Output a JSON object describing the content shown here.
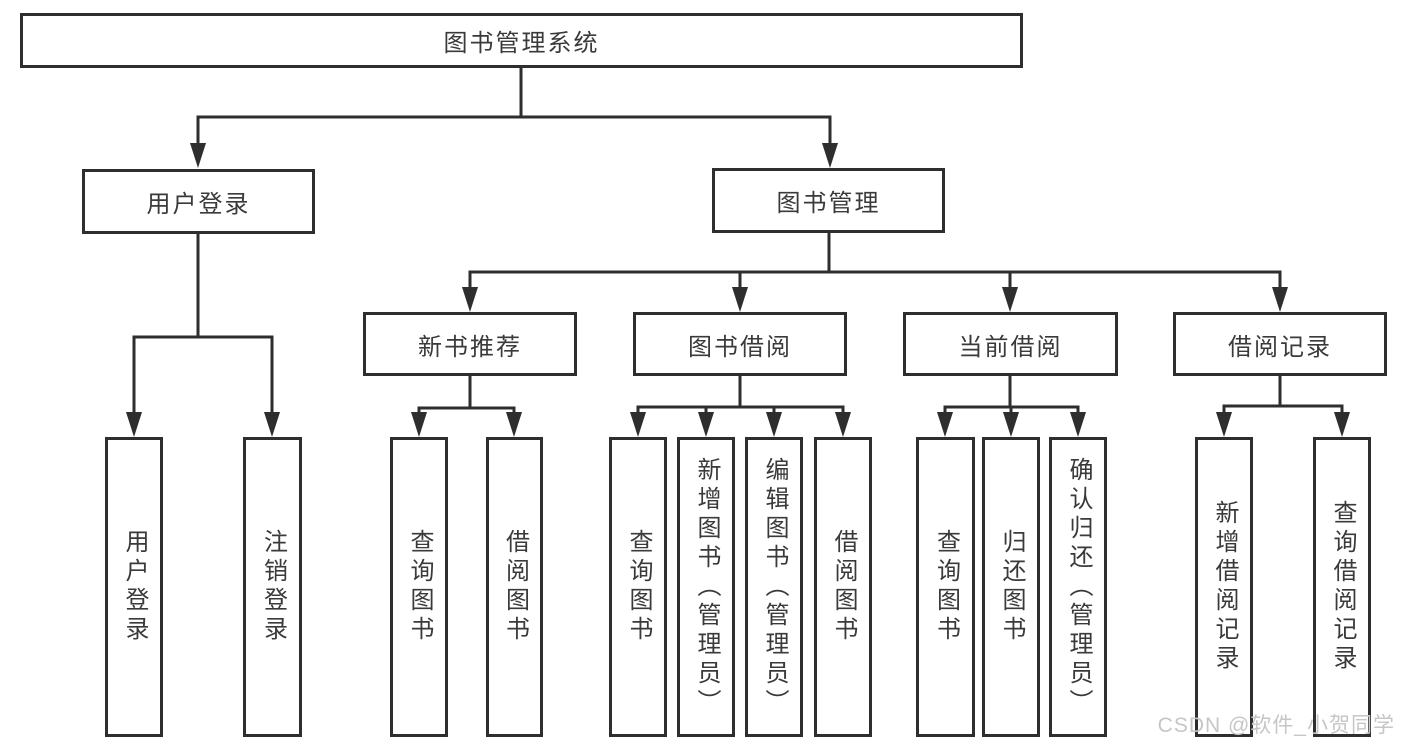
{
  "diagram": {
    "root": {
      "label": "图书管理系统"
    },
    "level2": [
      {
        "label": "用户登录"
      },
      {
        "label": "图书管理"
      }
    ],
    "level3": [
      {
        "label": "新书推荐"
      },
      {
        "label": "图书借阅"
      },
      {
        "label": "当前借阅"
      },
      {
        "label": "借阅记录"
      }
    ],
    "leaves": {
      "login": [
        "用户登录",
        "注销登录"
      ],
      "recommend": [
        "查询图书",
        "借阅图书"
      ],
      "borrow": [
        "查询图书",
        "新增图书（管理员）",
        "编辑图书（管理员）",
        "借阅图书"
      ],
      "current": [
        "查询图书",
        "归还图书",
        "确认归还（管理员）"
      ],
      "records": [
        "新增借阅记录",
        "查询借阅记录"
      ]
    }
  },
  "watermark": {
    "text": "CSDN @软件_小贺同学"
  },
  "colors": {
    "line": "#2e2e2e",
    "text": "#3a3a3a",
    "watermark": "#c6c6c6",
    "bg": "#ffffff"
  }
}
